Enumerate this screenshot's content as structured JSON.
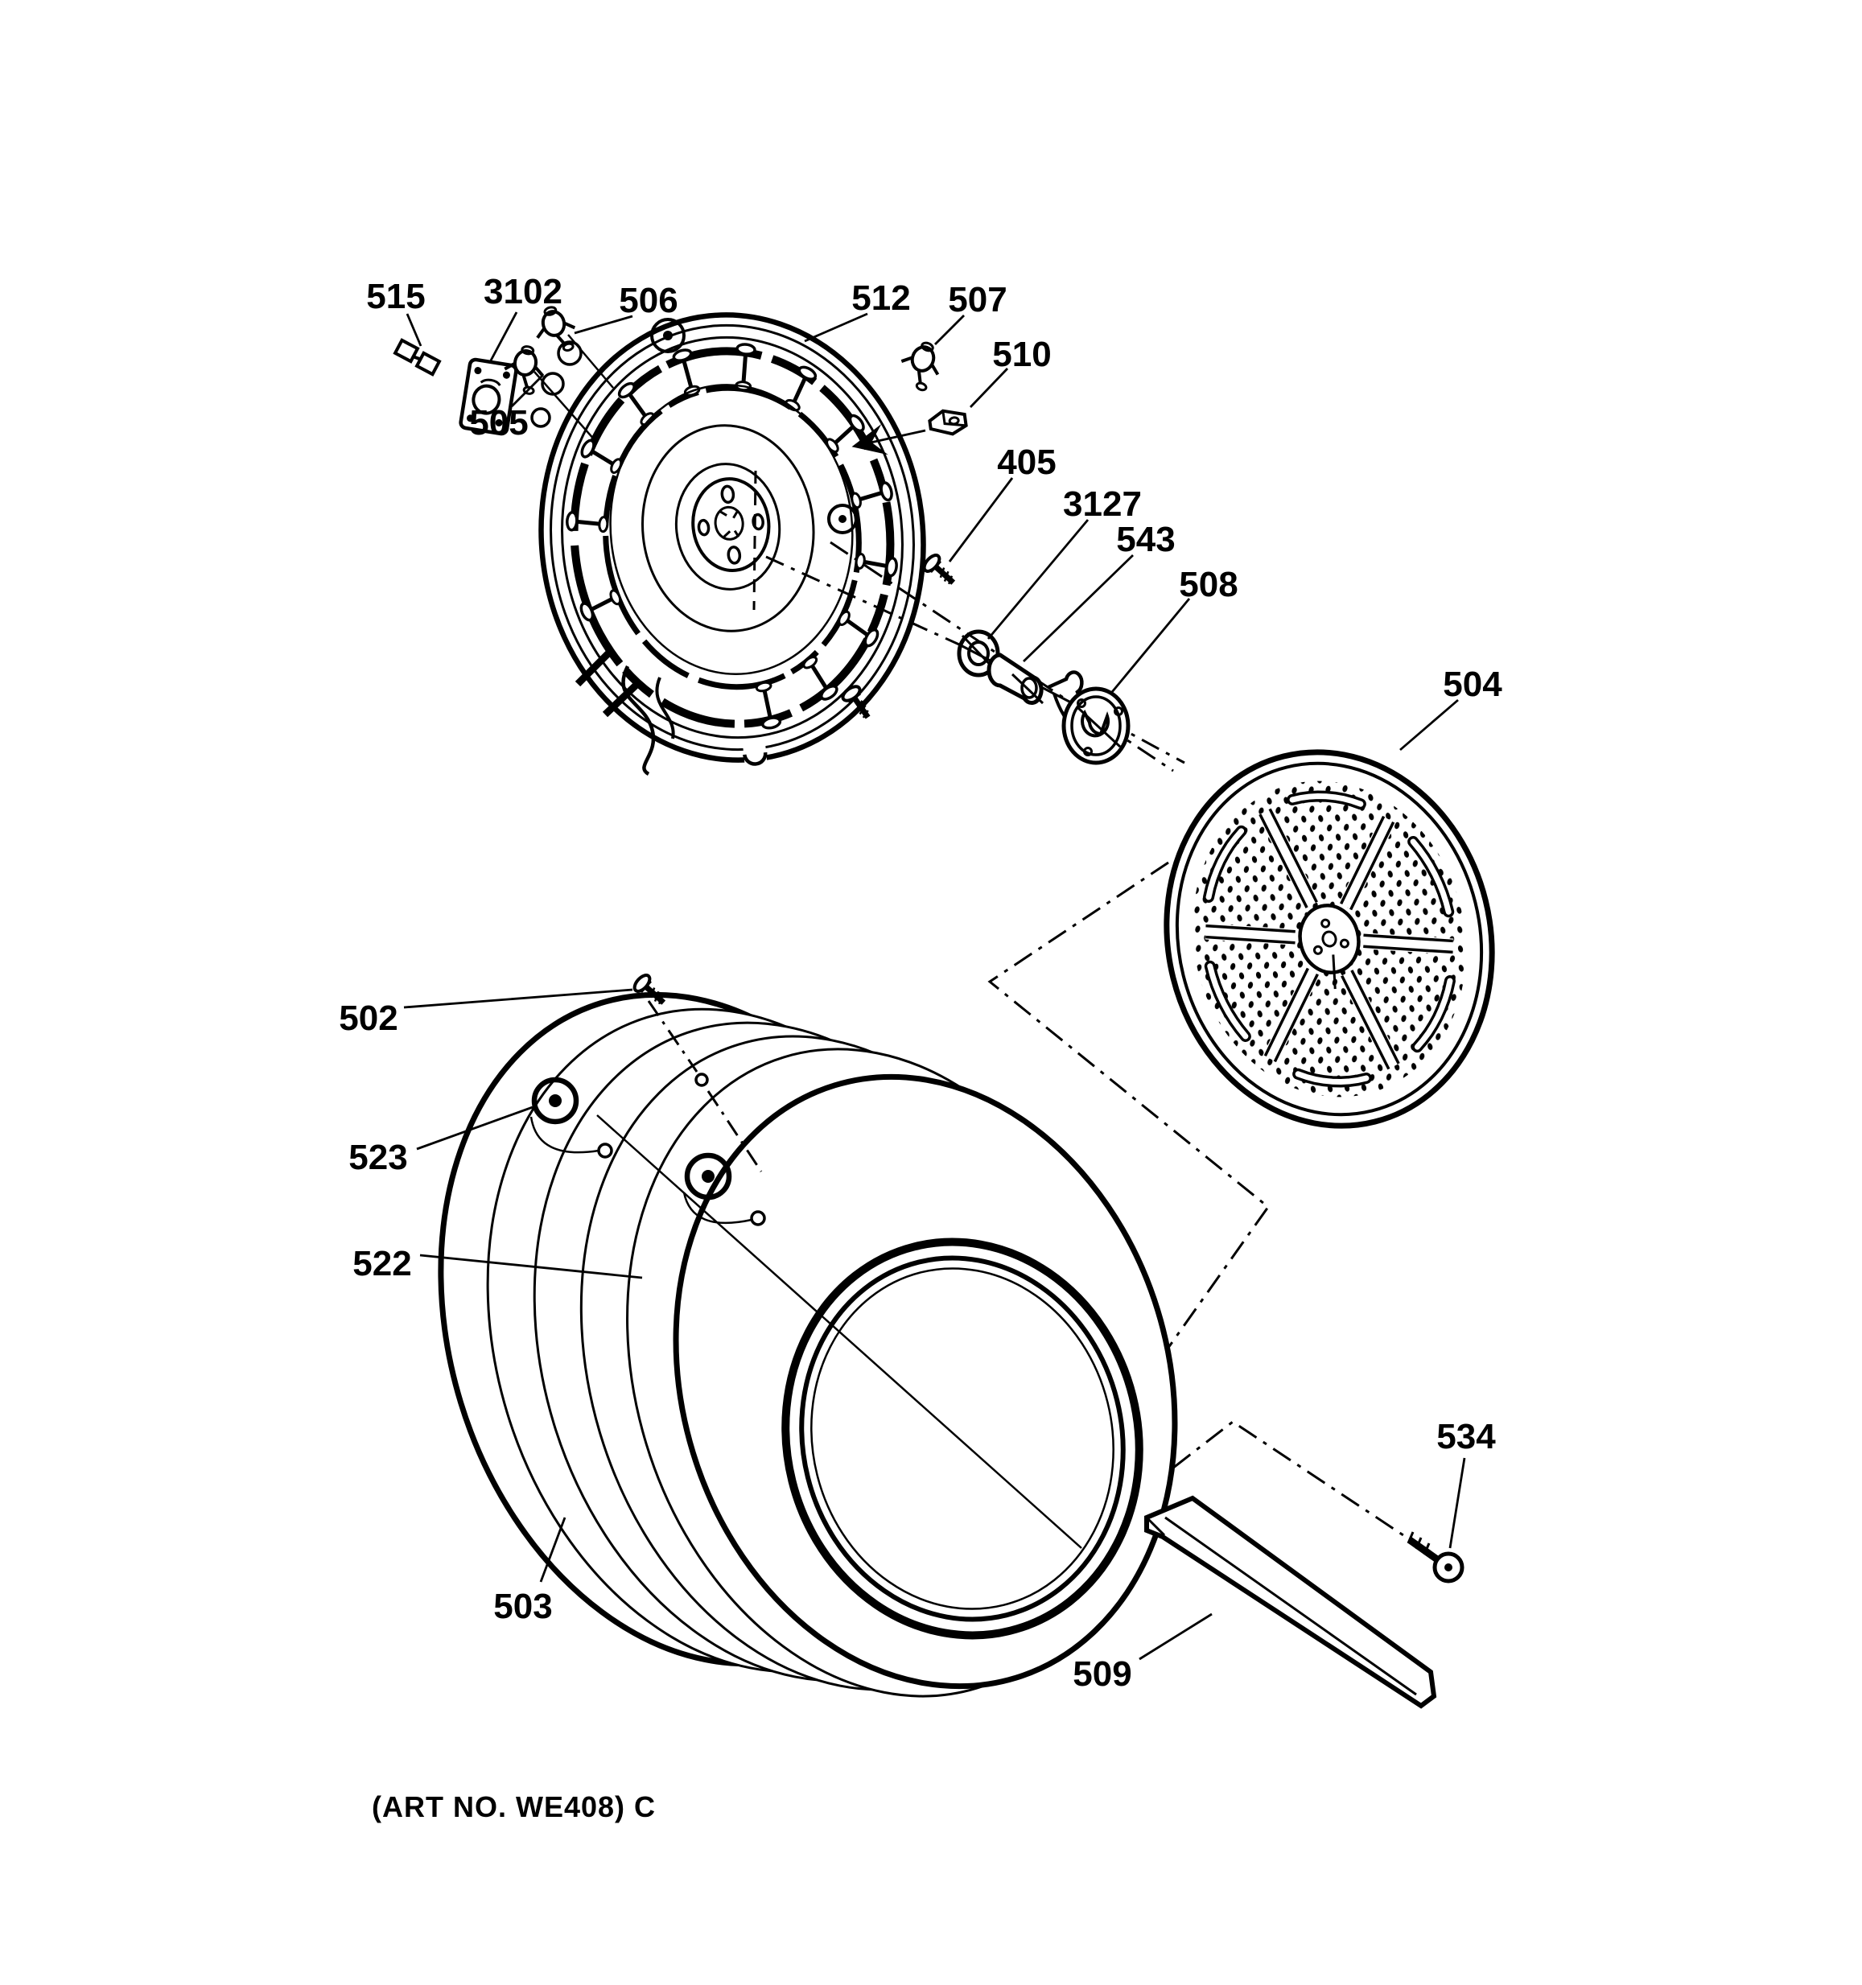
{
  "page": {
    "background": "#ffffff",
    "ink": "#000000"
  },
  "footer": {
    "art_no": "(ART NO. WE408) C"
  },
  "labels": {
    "515": "515",
    "3102": "3102",
    "506": "506",
    "505": "505",
    "512": "512",
    "507": "507",
    "510": "510",
    "405": "405",
    "3127": "3127",
    "543": "543",
    "508": "508",
    "504": "504",
    "502": "502",
    "523": "523",
    "522": "522",
    "503": "503",
    "509": "509",
    "534": "534"
  },
  "icons": {
    "screw": "flat-head-screw-icon",
    "washer": "washer-icon",
    "sleeve": "bearing-sleeve-icon",
    "hub": "bearing-hub-icon",
    "insulator": "ceramic-insulator-icon"
  }
}
